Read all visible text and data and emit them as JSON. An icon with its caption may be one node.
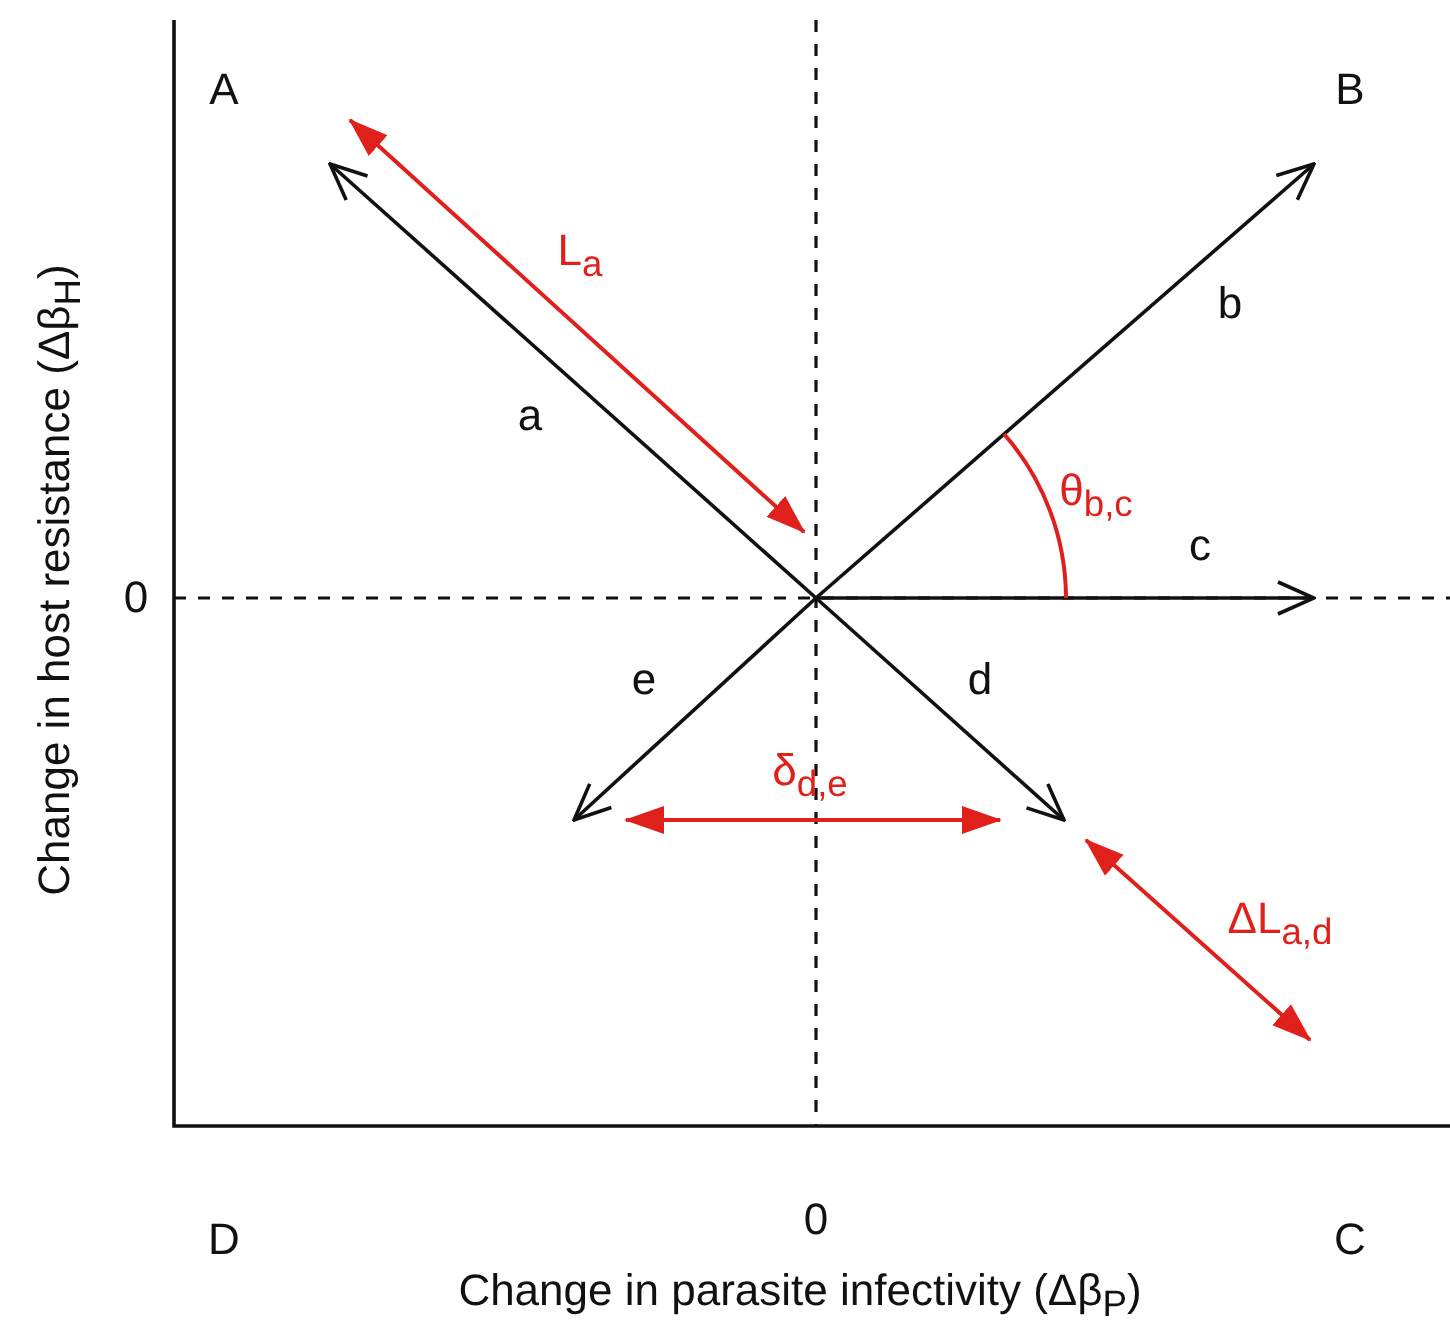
{
  "diagram": {
    "labels": [
      "A",
      "B",
      "L$_{a}$",
      "b",
      "a",
      "θ$_{b,c}$",
      "c",
      "0",
      "e",
      "d",
      "δ$_{d,e}$",
      "ΔL$_{a,d}$",
      "D",
      "C",
      "0",
      "Change in parasite infectivity (Δβ$_{P}$)",
      "Change in host resistance (Δβ$_{H}$)"
    ]
  }
}
